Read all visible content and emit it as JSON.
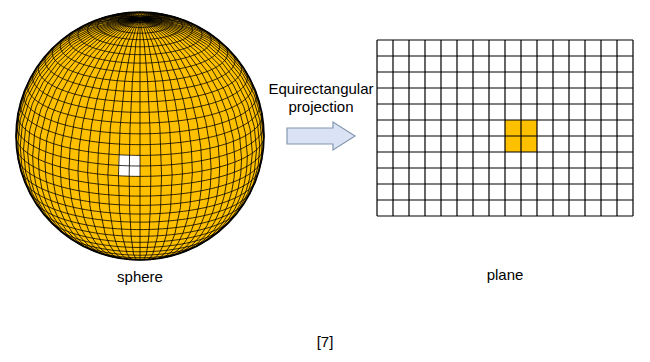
{
  "diagram": {
    "nodes": [
      {
        "text": [
          "sphere"
        ]
      },
      {
        "text": [
          "plane"
        ]
      }
    ],
    "edges": [
      {
        "from": 0,
        "to": 1,
        "arrow": "to",
        "label": "Equirectangular projection"
      }
    ],
    "labels": [
      "[7]"
    ]
  }
}
